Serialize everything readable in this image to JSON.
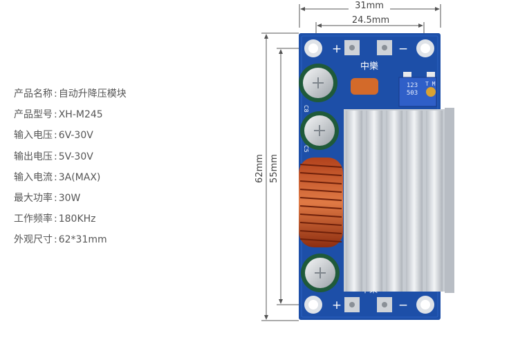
{
  "specs": [
    {
      "label": "产品名称",
      "sep": ":",
      "value": "自动升降压模块"
    },
    {
      "label": "产品型号",
      "sep": ":",
      "value": "XH-M245"
    },
    {
      "label": "输入电压",
      "sep": ":",
      "value": "6V-30V"
    },
    {
      "label": "输出电压",
      "sep": ":",
      "value": "5V-30V"
    },
    {
      "label": "输入电流",
      "sep": ":",
      "value": "3A(MAX)"
    },
    {
      "label": "最大功率",
      "sep": ":",
      "value": "30W"
    },
    {
      "label": "工作频率",
      "sep": ":",
      "value": "180KHz"
    },
    {
      "label": "外观尺寸",
      "sep": ":",
      "value": "62*31mm"
    }
  ],
  "dimensions": {
    "width_outer": "31mm",
    "width_hole": "24.5mm",
    "height_outer": "62mm",
    "height_hole": "55mm"
  },
  "board": {
    "terminal_plus_top": "+",
    "terminal_minus_top": "−",
    "terminal_plus_bottom": "+",
    "terminal_minus_bottom": "−",
    "silk_logo": "中樂",
    "silk_logo_bottom": "中樂",
    "pot_code_line1": "123",
    "pot_code_line2": "503",
    "pot_code_mark": "T M",
    "cap_label_c8": "C8",
    "cap_label_c5": "C5",
    "pcb_color": "#1d4fa8",
    "heatsink_color": "#d9dde2"
  }
}
